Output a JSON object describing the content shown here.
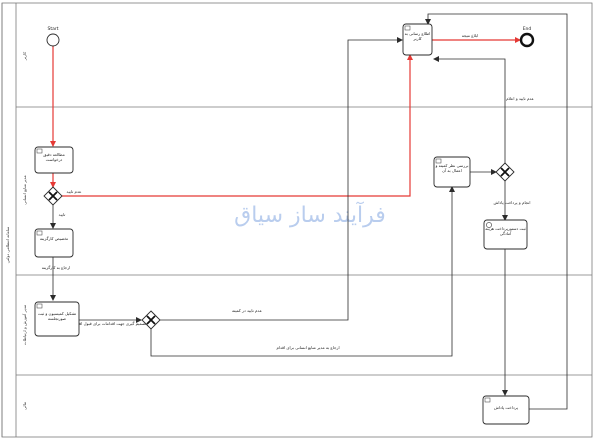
{
  "pool": {
    "name": "سامانه انتظامی دولتی",
    "lanes": [
      {
        "id": "lane1",
        "label": "کاربر"
      },
      {
        "id": "lane2",
        "label": "مدیر منابع انسانی"
      },
      {
        "id": "lane3",
        "label": "مدیر آموزش و ارتباطات"
      },
      {
        "id": "lane4",
        "label": "مالی"
      }
    ]
  },
  "events": {
    "start": {
      "label": "Start"
    },
    "end": {
      "label": "End"
    }
  },
  "tasks": {
    "t_review": "مطالعه دقیق درخواست",
    "t_assign": "تخصیص کارگزینه",
    "t_form": "تشکیل کمیسیون و ثبت صورتجلسه",
    "t_notify": "اطلاع رسانی به کاربر",
    "t_check": "بررسی نظر کمیته و اعمال به آن",
    "t_register": "ثبت دستورپرداخت هزینه آمادگی",
    "t_pay": "پرداخت پاداش"
  },
  "flows": {
    "reject_review": "عدم تایید",
    "approve": "تایید",
    "refer": "ارجاع به کارگزینه",
    "decision": "تصمیم گیری جهت اقدامات برای قبول اقدام",
    "reject_committee": "عدم تایید در کمیته",
    "refer_next": "ارجاع به مدیر منابع انسانی برای اقدام",
    "approve_pay": "انجام و پرداخت پاداش",
    "notify_end": "ابلاغ نتیجه",
    "reject_notify": "عدم تایید و اعلام"
  },
  "watermark": "فرآیند ساز سیاق",
  "colors": {
    "accent": "#e53935",
    "line": "#2b2b2b",
    "lane_border": "#7a7a7a",
    "task_fill": "#ffffff",
    "watermark": "#b9cdee"
  }
}
